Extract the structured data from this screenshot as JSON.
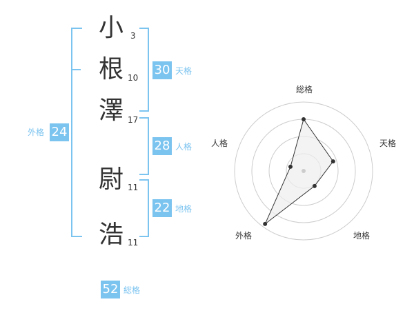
{
  "name": {
    "chars": [
      {
        "char": "小",
        "strokes": "3"
      },
      {
        "char": "根",
        "strokes": "10"
      },
      {
        "char": "澤",
        "strokes": "17"
      },
      {
        "char": "尉",
        "strokes": "11"
      },
      {
        "char": "浩",
        "strokes": "11"
      }
    ]
  },
  "grids": {
    "tenkaku": {
      "value": "30",
      "label": "天格"
    },
    "jinkaku": {
      "value": "28",
      "label": "人格"
    },
    "chikaku": {
      "value": "22",
      "label": "地格"
    },
    "gaikaku": {
      "value": "24",
      "label": "外格"
    },
    "soukaku": {
      "value": "52",
      "label": "総格"
    }
  },
  "radar": {
    "labels": {
      "top": "総格",
      "right": "天格",
      "bottom_right": "地格",
      "bottom_left": "外格",
      "left": "人格"
    },
    "levels": 4,
    "values_fraction": {
      "soukaku": 0.75,
      "tenkaku": 0.45,
      "chikaku": 0.27,
      "gaikaku": 0.95,
      "jinkaku": 0.2
    },
    "colors": {
      "ring": "#cccccc",
      "fill": "#eeeeee",
      "line": "#333333",
      "center": "#cccccc"
    }
  },
  "accent": "#7cc4f0"
}
